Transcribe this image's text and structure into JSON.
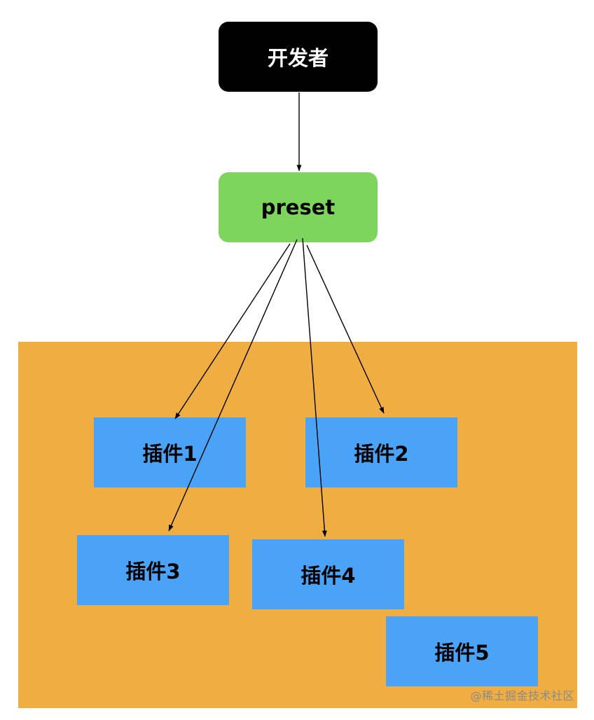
{
  "nodes": {
    "developer": {
      "label": "开发者"
    },
    "preset": {
      "label": "preset"
    }
  },
  "plugins": [
    {
      "label": "插件1"
    },
    {
      "label": "插件2"
    },
    {
      "label": "插件3"
    },
    {
      "label": "插件4"
    },
    {
      "label": "插件5"
    }
  ],
  "edges": [
    {
      "from": "开发者",
      "to": "preset"
    },
    {
      "from": "preset",
      "to": "插件1"
    },
    {
      "from": "preset",
      "to": "插件2"
    },
    {
      "from": "preset",
      "to": "插件3"
    },
    {
      "from": "preset",
      "to": "插件4"
    }
  ],
  "watermark": "@稀土掘金技术社区",
  "colors": {
    "developer_fill": "#000000",
    "preset_fill": "#7dd55b",
    "plugin_fill": "#4aa3f7",
    "plugin_area_fill": "#f0ad41",
    "arrow": "#000000"
  }
}
